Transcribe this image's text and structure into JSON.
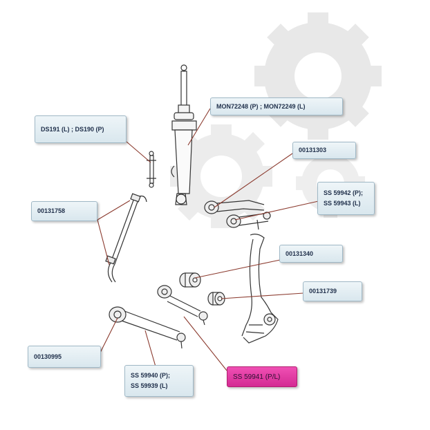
{
  "labels": {
    "ds191": "DS191 (L) ;  DS190  (P)",
    "mon": "MON72248 (P) ;  MON72249 (L)",
    "p00131303": "00131303",
    "ss59942": "SS 59942 (P);",
    "ss59943": "SS 59943 (L)",
    "p00131758": "00131758",
    "p00131340": "00131340",
    "p00131739": "00131739",
    "p00130995": "00130995",
    "ss59940": "SS 59940 (P);",
    "ss59939": "SS 59939 (L)",
    "ss59941": "SS 59941 (P/L)"
  },
  "colors": {
    "leader": "#8b3a2e",
    "highlight": "#e03aa3",
    "watermark": "#e6e6e6",
    "line_art": "#333333"
  }
}
